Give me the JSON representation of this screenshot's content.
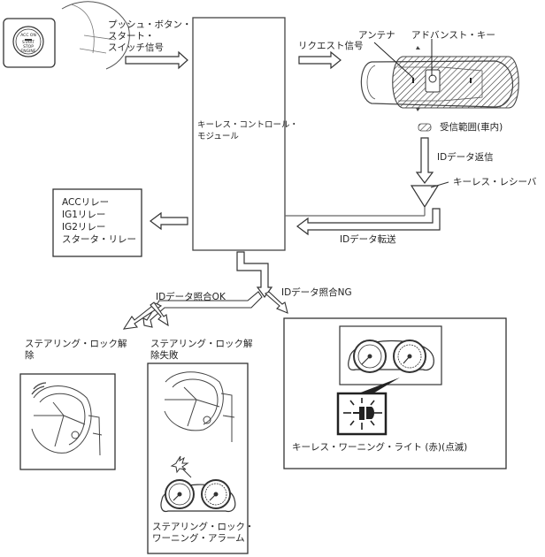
{
  "diagram": {
    "push_button_signal": [
      "プッシュ・ボタン・",
      "スタート・",
      "スイッチ信号"
    ],
    "push_button_panel": {
      "line1": "ACC ON",
      "line2": "START",
      "line3": "STOP",
      "line4": "ENGINE"
    },
    "module": [
      "キーレス・コントロール・",
      "モジュール"
    ],
    "request_signal": "リクエスト信号",
    "antenna": "アンテナ",
    "advanced_key": "アドバンスト・キー",
    "reception_range": "受信範囲(車内)",
    "id_reply": "IDデータ返信",
    "keyless_receiver": "キーレス・レシーバ",
    "id_transfer": "IDデータ転送",
    "relays": [
      "ACCリレー",
      "IG1リレー",
      "IG2リレー",
      "スタータ・リレー"
    ],
    "id_ok": "IDデータ照合OK",
    "id_ng": "IDデータ照合NG",
    "lock_release": [
      "ステアリング・ロック解",
      "除"
    ],
    "lock_release_fail": [
      "ステアリング・ロック解",
      "除失敗"
    ],
    "lock_warning_alarm": [
      "ステアリング・ロック・",
      "ワーニング・アラーム"
    ],
    "keyless_warning_light": "キーレス・ワーニング・ライト (赤)(点滅)"
  }
}
